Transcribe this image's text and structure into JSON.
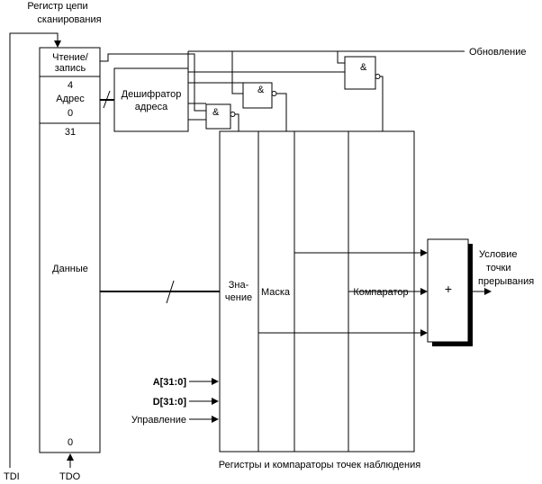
{
  "scan_register": {
    "title_line1": "Регистр цепи",
    "title_line2": "сканирования",
    "rw_line1": "Чтение/",
    "rw_line2": "запись",
    "addr_top": "4",
    "addr_label": "Адрес",
    "addr_bottom": "0",
    "data_top": "31",
    "data_label": "Данные",
    "data_bottom": "0"
  },
  "decoder": {
    "line1": "Дешифратор",
    "line2": "адреса"
  },
  "gates": {
    "and_symbol": "&"
  },
  "update_label": "Обновление",
  "watchpoint": {
    "value_line1": "Зна-",
    "value_line2": "чение",
    "mask": "Маска",
    "comparator": "Компаратор",
    "caption": "Регистры и компараторы точек наблюдения"
  },
  "inputs": {
    "address_bus": "A[31:0]",
    "data_bus": "D[31:0]",
    "control": "Управление"
  },
  "or_block": {
    "symbol": "+"
  },
  "output": {
    "line1": "Условие",
    "line2": "точки",
    "line3": "прерывания"
  },
  "pins": {
    "tdi": "TDI",
    "tdo": "TDO"
  }
}
